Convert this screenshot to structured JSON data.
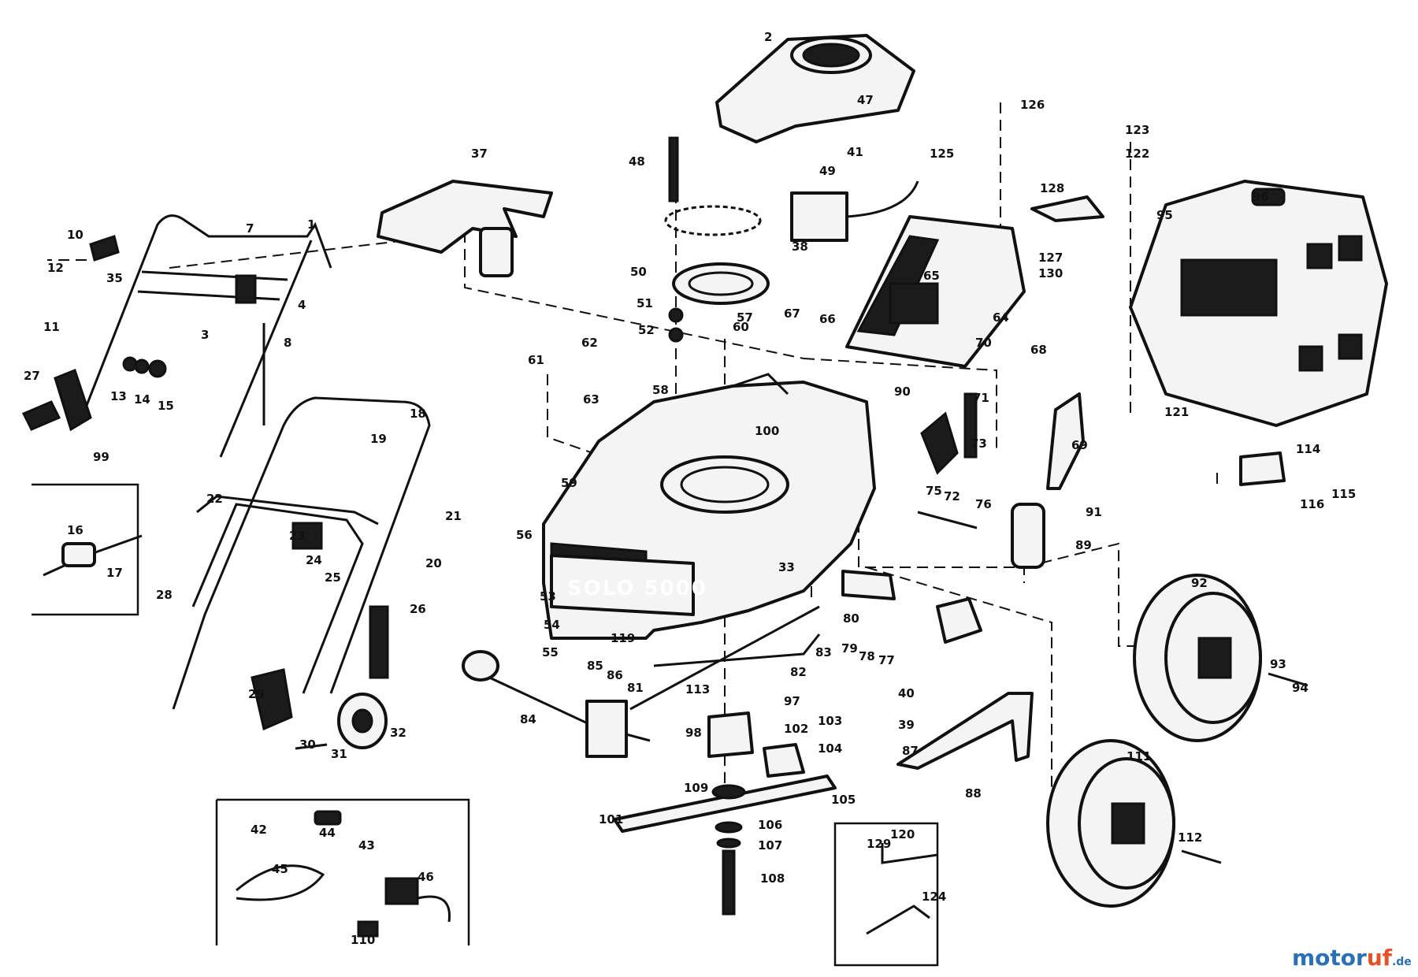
{
  "deck_text": "SOLO 5000",
  "brand": {
    "part1": "motor",
    "part2": "uf",
    "suffix": ".de",
    "colors": {
      "blue": "#2b6fb5",
      "red": "#e2532b"
    }
  },
  "part_numbers": [
    "1",
    "2",
    "3",
    "4",
    "7",
    "8",
    "10",
    "11",
    "12",
    "13",
    "14",
    "15",
    "16",
    "17",
    "18",
    "19",
    "20",
    "21",
    "22",
    "23",
    "24",
    "25",
    "26",
    "27",
    "28",
    "29",
    "30",
    "31",
    "32",
    "33",
    "35",
    "37",
    "38",
    "39",
    "40",
    "41",
    "42",
    "43",
    "44",
    "45",
    "46",
    "47",
    "48",
    "49",
    "50",
    "51",
    "52",
    "53",
    "54",
    "55",
    "56",
    "57",
    "58",
    "59",
    "60",
    "61",
    "62",
    "63",
    "64",
    "65",
    "66",
    "67",
    "68",
    "69",
    "70",
    "71",
    "72",
    "73",
    "75",
    "76",
    "77",
    "78",
    "79",
    "80",
    "81",
    "82",
    "83",
    "84",
    "85",
    "86",
    "87",
    "88",
    "89",
    "90",
    "91",
    "92",
    "93",
    "94",
    "95",
    "96",
    "97",
    "98",
    "99",
    "100",
    "101",
    "102",
    "103",
    "104",
    "105",
    "106",
    "107",
    "108",
    "109",
    "110",
    "111",
    "112",
    "113",
    "114",
    "115",
    "116",
    "119",
    "120",
    "121",
    "122",
    "123",
    "124",
    "125",
    "126",
    "127",
    "128",
    "129",
    "130"
  ]
}
